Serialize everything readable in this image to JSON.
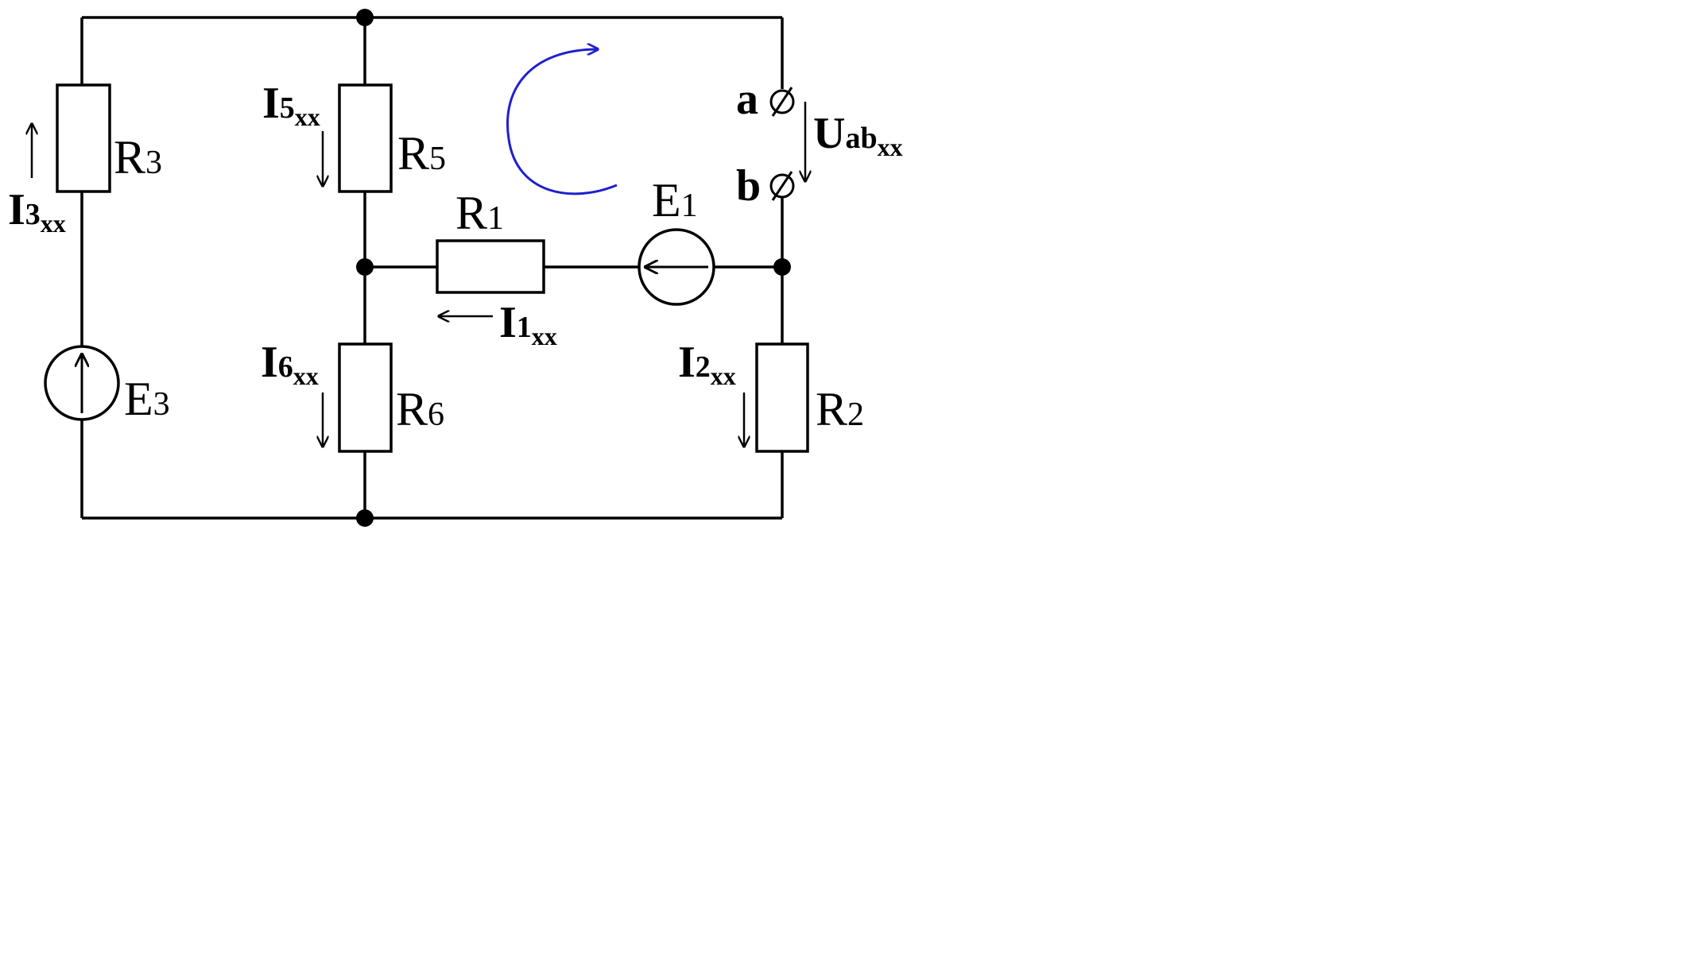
{
  "resistors": {
    "r1": {
      "main": "R",
      "sub": "1"
    },
    "r2": {
      "main": "R",
      "sub": "2"
    },
    "r3": {
      "main": "R",
      "sub": "3"
    },
    "r5": {
      "main": "R",
      "sub": "5"
    },
    "r6": {
      "main": "R",
      "sub": "6"
    }
  },
  "sources": {
    "e1": {
      "main": "E",
      "sub": "1"
    },
    "e3": {
      "main": "E",
      "sub": "3"
    }
  },
  "currents": {
    "i1": {
      "main": "I",
      "sub": "1",
      "subsub": "xx"
    },
    "i2": {
      "main": "I",
      "sub": "2",
      "subsub": "xx"
    },
    "i3": {
      "main": "I",
      "sub": "3",
      "subsub": "xx"
    },
    "i5": {
      "main": "I",
      "sub": "5",
      "subsub": "xx"
    },
    "i6": {
      "main": "I",
      "sub": "6",
      "subsub": "xx"
    }
  },
  "terminals": {
    "a": "a",
    "b": "b",
    "symbol": "∅"
  },
  "voltage": {
    "main": "U",
    "sub": "ab",
    "subsub": "xx"
  },
  "colors": {
    "wire": "#000000",
    "loop_arrow": "#1f1fd0"
  }
}
